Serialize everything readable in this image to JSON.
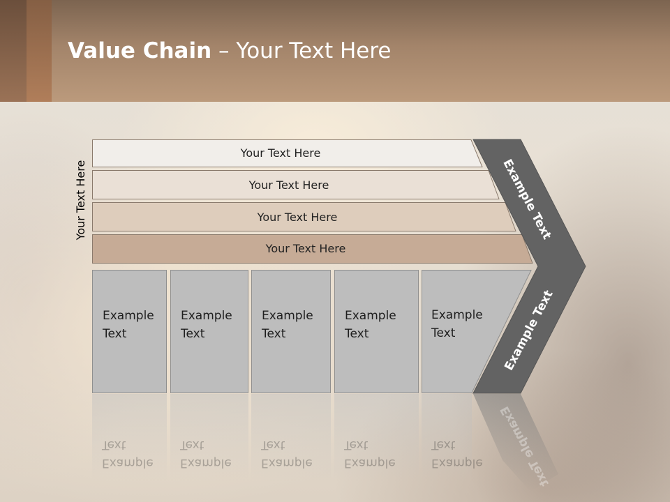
{
  "title": {
    "bold": "Value Chain",
    "rest": " – Your Text Here"
  },
  "side_label": "Your Text Here",
  "rows": [
    {
      "label": "Your Text Here",
      "color": "#f1eeea"
    },
    {
      "label": "Your Text Here",
      "color": "#eae0d6"
    },
    {
      "label": "Your Text Here",
      "color": "#decdbc"
    },
    {
      "label": "Your Text Here",
      "color": "#c6ab96"
    }
  ],
  "boxes": [
    {
      "label": "Example\nText"
    },
    {
      "label": "Example\nText"
    },
    {
      "label": "Example\nText"
    },
    {
      "label": "Example\nText"
    },
    {
      "label": "Example\nText"
    }
  ],
  "chevron": {
    "upper_label": "Example Text",
    "lower_label": "Example Text",
    "color": "#636363"
  }
}
